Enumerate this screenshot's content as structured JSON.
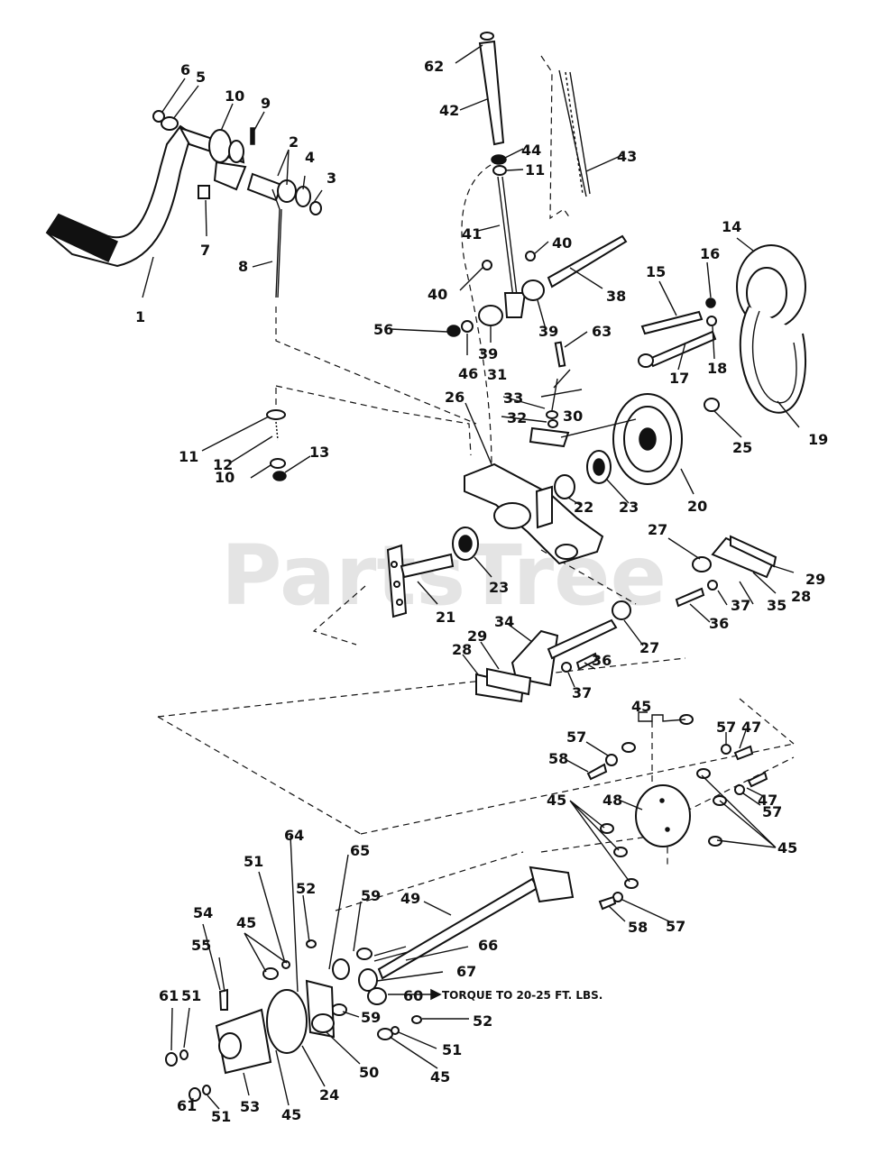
{
  "watermark": "PartsTree",
  "torque_note": "TORQUE TO 20-25 FT. LBS.",
  "callouts": [
    {
      "id": "c1",
      "text": "1"
    },
    {
      "id": "c2",
      "text": "2"
    },
    {
      "id": "c3",
      "text": "3"
    },
    {
      "id": "c4",
      "text": "4"
    },
    {
      "id": "c5",
      "text": "5"
    },
    {
      "id": "c6",
      "text": "6"
    },
    {
      "id": "c7",
      "text": "7"
    },
    {
      "id": "c8",
      "text": "8"
    },
    {
      "id": "c9",
      "text": "9"
    },
    {
      "id": "c10a",
      "text": "10"
    },
    {
      "id": "c10b",
      "text": "10"
    },
    {
      "id": "c11a",
      "text": "11"
    },
    {
      "id": "c11b",
      "text": "11"
    },
    {
      "id": "c12",
      "text": "12"
    },
    {
      "id": "c13",
      "text": "13"
    },
    {
      "id": "c14",
      "text": "14"
    },
    {
      "id": "c15",
      "text": "15"
    },
    {
      "id": "c16",
      "text": "16"
    },
    {
      "id": "c17",
      "text": "17"
    },
    {
      "id": "c18",
      "text": "18"
    },
    {
      "id": "c19",
      "text": "19"
    },
    {
      "id": "c20",
      "text": "20"
    },
    {
      "id": "c21",
      "text": "21"
    },
    {
      "id": "c22",
      "text": "22"
    },
    {
      "id": "c23a",
      "text": "23"
    },
    {
      "id": "c23b",
      "text": "23"
    },
    {
      "id": "c24",
      "text": "24"
    },
    {
      "id": "c25",
      "text": "25"
    },
    {
      "id": "c26",
      "text": "26"
    },
    {
      "id": "c27a",
      "text": "27"
    },
    {
      "id": "c27b",
      "text": "27"
    },
    {
      "id": "c28a",
      "text": "28"
    },
    {
      "id": "c28b",
      "text": "28"
    },
    {
      "id": "c29a",
      "text": "29"
    },
    {
      "id": "c29b",
      "text": "29"
    },
    {
      "id": "c30",
      "text": "30"
    },
    {
      "id": "c31",
      "text": "31"
    },
    {
      "id": "c32",
      "text": "32"
    },
    {
      "id": "c33",
      "text": "33"
    },
    {
      "id": "c34",
      "text": "34"
    },
    {
      "id": "c35",
      "text": "35"
    },
    {
      "id": "c36a",
      "text": "36"
    },
    {
      "id": "c36b",
      "text": "36"
    },
    {
      "id": "c37a",
      "text": "37"
    },
    {
      "id": "c37b",
      "text": "37"
    },
    {
      "id": "c38",
      "text": "38"
    },
    {
      "id": "c39a",
      "text": "39"
    },
    {
      "id": "c39b",
      "text": "39"
    },
    {
      "id": "c40a",
      "text": "40"
    },
    {
      "id": "c40b",
      "text": "40"
    },
    {
      "id": "c41",
      "text": "41"
    },
    {
      "id": "c42",
      "text": "42"
    },
    {
      "id": "c43",
      "text": "43"
    },
    {
      "id": "c44",
      "text": "44"
    },
    {
      "id": "c45a",
      "text": "45"
    },
    {
      "id": "c45b",
      "text": "45"
    },
    {
      "id": "c45c",
      "text": "45"
    },
    {
      "id": "c45d",
      "text": "45"
    },
    {
      "id": "c45e",
      "text": "45"
    },
    {
      "id": "c45f",
      "text": "45"
    },
    {
      "id": "c46",
      "text": "46"
    },
    {
      "id": "c47a",
      "text": "47"
    },
    {
      "id": "c47b",
      "text": "47"
    },
    {
      "id": "c48",
      "text": "48"
    },
    {
      "id": "c49",
      "text": "49"
    },
    {
      "id": "c50",
      "text": "50"
    },
    {
      "id": "c51a",
      "text": "51"
    },
    {
      "id": "c51b",
      "text": "51"
    },
    {
      "id": "c51c",
      "text": "51"
    },
    {
      "id": "c51d",
      "text": "51"
    },
    {
      "id": "c52a",
      "text": "52"
    },
    {
      "id": "c52b",
      "text": "52"
    },
    {
      "id": "c53",
      "text": "53"
    },
    {
      "id": "c54",
      "text": "54"
    },
    {
      "id": "c55",
      "text": "55"
    },
    {
      "id": "c56",
      "text": "56"
    },
    {
      "id": "c57a",
      "text": "57"
    },
    {
      "id": "c57b",
      "text": "57"
    },
    {
      "id": "c57c",
      "text": "57"
    },
    {
      "id": "c57d",
      "text": "57"
    },
    {
      "id": "c58a",
      "text": "58"
    },
    {
      "id": "c58b",
      "text": "58"
    },
    {
      "id": "c59a",
      "text": "59"
    },
    {
      "id": "c59b",
      "text": "59"
    },
    {
      "id": "c60",
      "text": "60"
    },
    {
      "id": "c61a",
      "text": "61"
    },
    {
      "id": "c61b",
      "text": "61"
    },
    {
      "id": "c62",
      "text": "62"
    },
    {
      "id": "c63",
      "text": "63"
    },
    {
      "id": "c64",
      "text": "64"
    },
    {
      "id": "c65",
      "text": "65"
    },
    {
      "id": "c66",
      "text": "66"
    },
    {
      "id": "c67",
      "text": "67"
    }
  ]
}
